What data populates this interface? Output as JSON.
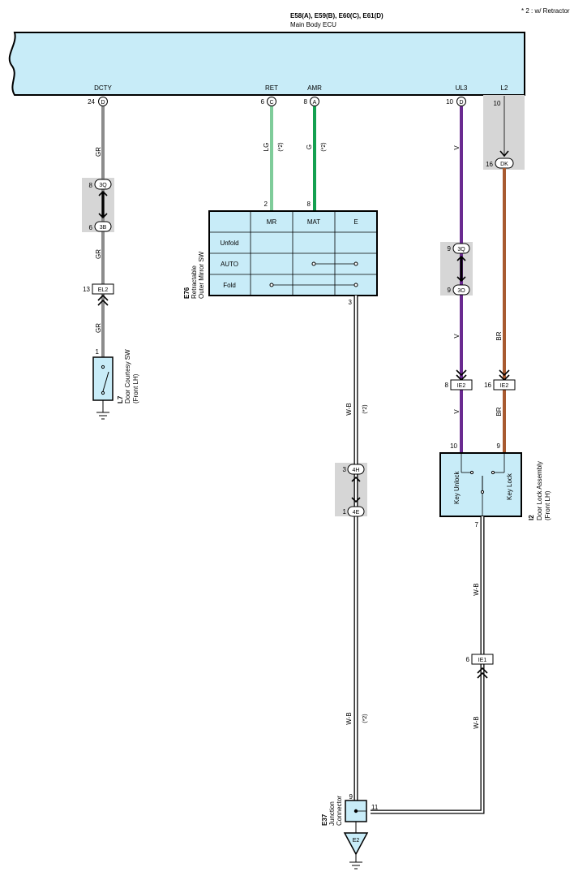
{
  "note": "* 2 : w/ Retractor",
  "ecu": {
    "connectors": "E58(A), E59(B), E60(C), E61(D)",
    "name": "Main Body ECU",
    "pins": [
      {
        "signal": "DCTY",
        "pin": "24",
        "conn": "D"
      },
      {
        "signal": "RET",
        "pin": "6",
        "conn": "C"
      },
      {
        "signal": "AMR",
        "pin": "8",
        "conn": "A"
      },
      {
        "signal": "UL3",
        "pin": "10",
        "conn": "D"
      },
      {
        "signal": "L2",
        "pin": "10",
        "conn": ""
      }
    ]
  },
  "colors": {
    "ecu_fill": "#c8ecf8",
    "gr": "#8c8c8c",
    "lg": "#7fcc9a",
    "g": "#14a050",
    "v": "#6a2a90",
    "br": "#a85a30",
    "junction_shade": "#d6d6d6"
  },
  "wire_labels": {
    "gr": "GR",
    "lg": "LG",
    "g": "G",
    "v": "V",
    "br": "BR",
    "wb": "W-B",
    "r2": "(*2)"
  },
  "junctions": {
    "j3q_left": {
      "pin": "8",
      "label": "3Q"
    },
    "j3b": {
      "pin": "6",
      "label": "3B"
    },
    "el2": {
      "pin": "13",
      "label": "EL2"
    },
    "j3q_right": {
      "pin": "9",
      "label": "3Q"
    },
    "j3o": {
      "pin": "9",
      "label": "3O"
    },
    "dk": {
      "pin": "16",
      "label": "DK"
    },
    "ie2_v": {
      "pin": "8",
      "label": "IE2"
    },
    "ie2_br": {
      "pin": "16",
      "label": "IE2"
    },
    "j4h": {
      "pin": "3",
      "label": "4H"
    },
    "j4e": {
      "pin": "1",
      "label": "4E"
    },
    "ie1": {
      "pin": "6",
      "label": "IE1"
    },
    "e2": {
      "label": "E2"
    }
  },
  "mirror_sw": {
    "code": "E76",
    "name_line1": "Retractable",
    "name_line2": "Outer Mirror SW",
    "pin_lg": "2",
    "pin_g": "8",
    "pin_out": "3",
    "headers": [
      "MR",
      "MAT",
      "E"
    ],
    "rows": [
      "Unfold",
      "AUTO",
      "Fold"
    ]
  },
  "courtesy_sw": {
    "code": "L7",
    "name_line1": "Door Courtesy SW",
    "name_line2": "(Front LH)",
    "pin": "1"
  },
  "door_lock": {
    "code": "I2",
    "name_line1": "Door Lock Assembly",
    "name_line2": "(Front LH)",
    "pin_unlock": "10",
    "pin_lock": "9",
    "pin_ground": "7",
    "unlock_label": "Key Unlock",
    "lock_label": "Key Lock"
  },
  "junction_connector": {
    "code": "E37",
    "name_line1": "Junction",
    "name_line2": "Connector",
    "pin_a": "9",
    "pin_b": "11"
  }
}
